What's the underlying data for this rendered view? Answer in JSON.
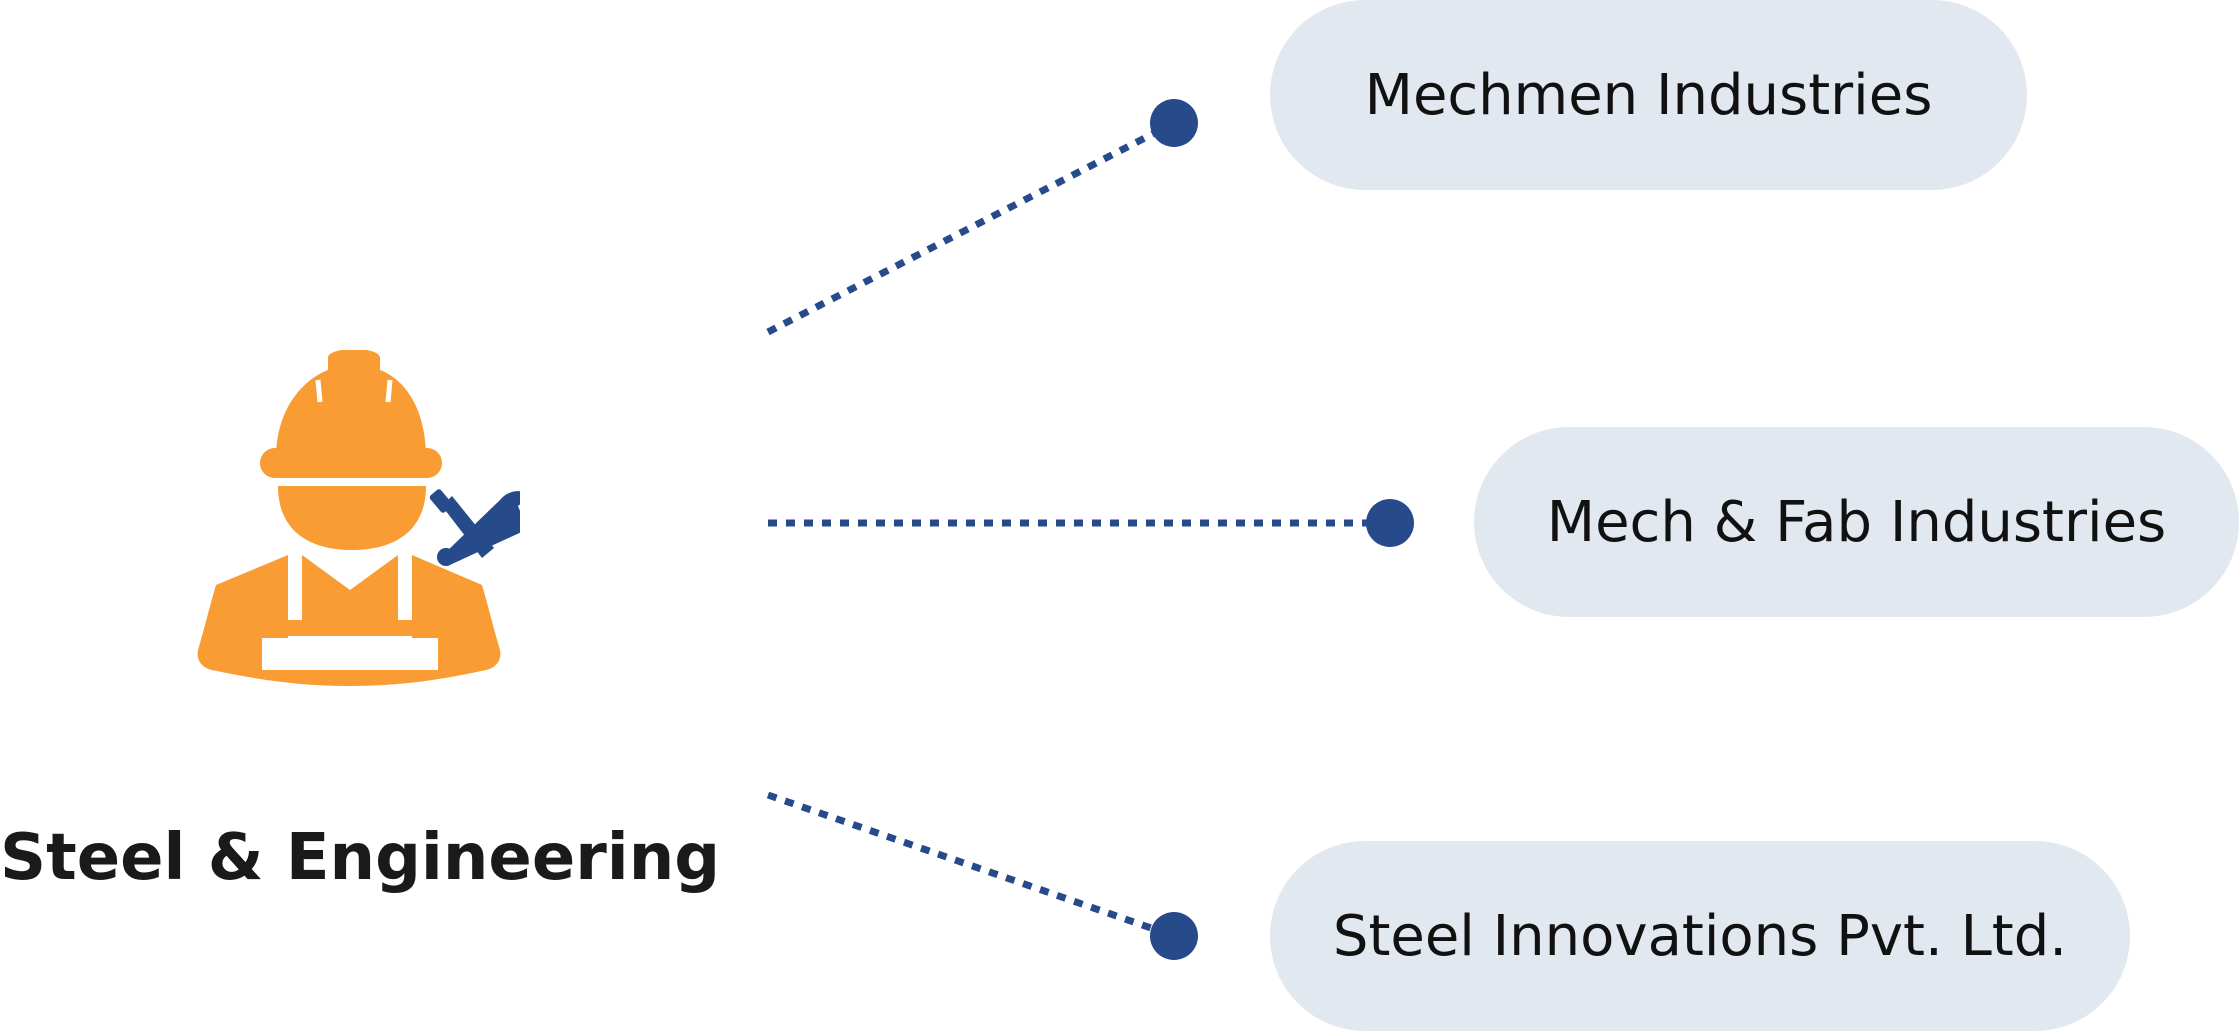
{
  "category": {
    "title": "Steel & Engineering",
    "icon": "construction-worker-icon"
  },
  "companies": [
    {
      "name": "Mechmen Industries"
    },
    {
      "name": "Mech & Fab Industries"
    },
    {
      "name": "Steel Innovations Pvt. Ltd."
    }
  ],
  "colors": {
    "connector": "#264a8a",
    "pill_background": "#e2e8f0",
    "worker": "#f89c33",
    "tools": "#264a8a",
    "title_text": "#1a1a1a"
  }
}
